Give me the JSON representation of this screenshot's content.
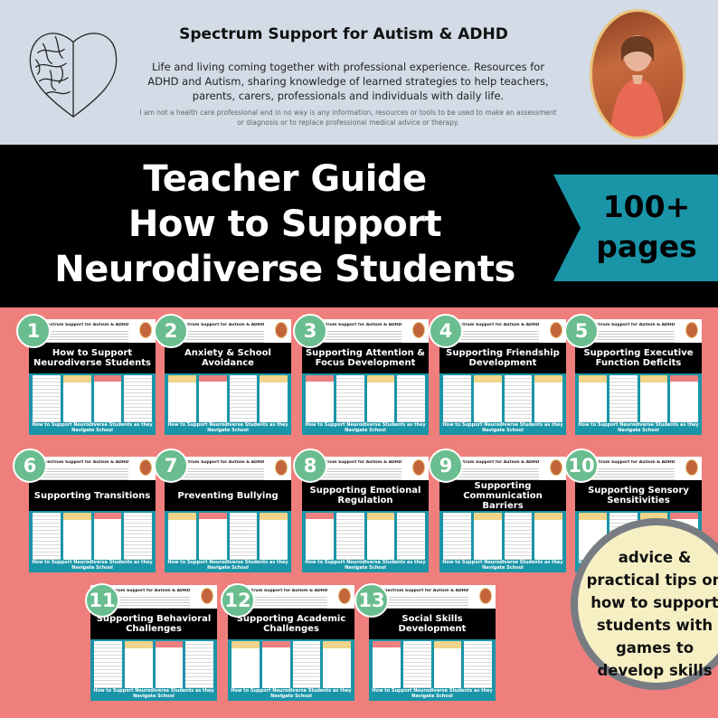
{
  "header": {
    "brand_title": "Spectrum Support for Autism & ADHD",
    "tagline": "Life and living coming together with professional experience. Resources for ADHD and Autism, sharing knowledge of learned strategies to help teachers, parents, carers, professionals and individuals with daily life.",
    "disclaimer": "I am not a health care professional and in no way is any information, resources or tools to be used to make an assessment or diagnosis or to replace professional medical advice or therapy."
  },
  "banner": {
    "title_line1": "Teacher Guide",
    "title_line2": "How to Support",
    "title_line3": "Neurodiverse Students",
    "ribbon_line1": "100+",
    "ribbon_line2": "pages"
  },
  "card_brand": "Spectrum Support for Autism & ADHD",
  "card_footer": "How to Support Neurodiverse Students as they Navigate School",
  "cards": [
    {
      "number": "1",
      "title": "How to Support Neurodiverse Students"
    },
    {
      "number": "2",
      "title": "Anxiety & School Avoidance"
    },
    {
      "number": "3",
      "title": "Supporting Attention & Focus Development"
    },
    {
      "number": "4",
      "title": "Supporting Friendship Development"
    },
    {
      "number": "5",
      "title": "Supporting Executive Function Deficits"
    },
    {
      "number": "6",
      "title": "Supporting Transitions"
    },
    {
      "number": "7",
      "title": "Preventing Bullying"
    },
    {
      "number": "8",
      "title": "Supporting Emotional Regulation"
    },
    {
      "number": "9",
      "title": "Supporting Communication Barriers"
    },
    {
      "number": "10",
      "title": "Supporting Sensory Sensitivities"
    },
    {
      "number": "11",
      "title": "Supporting Behavioral Challenges"
    },
    {
      "number": "12",
      "title": "Supporting Academic Challenges"
    },
    {
      "number": "13",
      "title": "Social Skills Development"
    }
  ],
  "callout": {
    "text": "advice & practical tips on how to support students with games to develop skills"
  },
  "colors": {
    "header_bg": "#d2dbe6",
    "banner_bg": "#000000",
    "ribbon": "#1a95a8",
    "page_bg": "#ef7f7c",
    "badge": "#69bd8e",
    "callout_bg": "#f6efc4"
  }
}
